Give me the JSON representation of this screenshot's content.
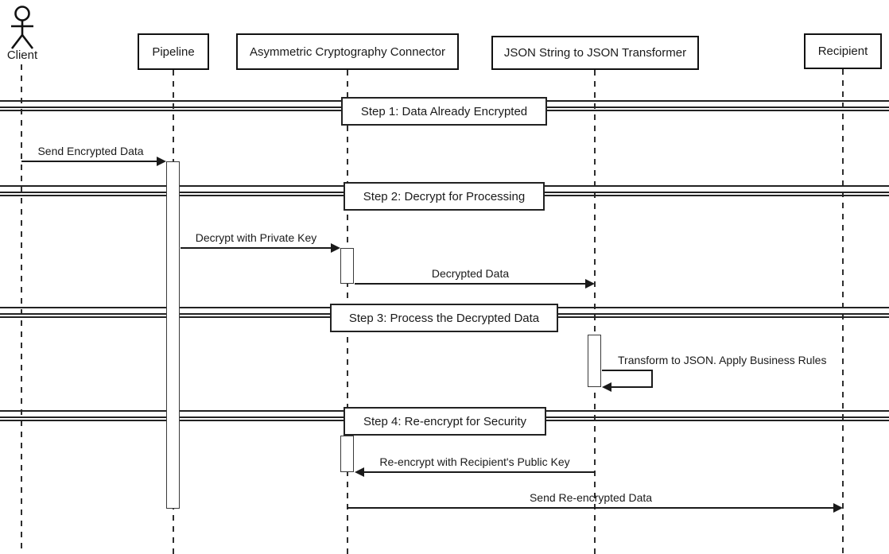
{
  "diagram": {
    "type": "uml-sequence-diagram",
    "colors": {
      "stroke": "#1a1a1a",
      "fill": "#ffffff"
    },
    "actor": {
      "label": "Client"
    },
    "participants": [
      {
        "label": "Pipeline"
      },
      {
        "label": "Asymmetric Cryptography Connector"
      },
      {
        "label": "JSON String to JSON Transformer"
      },
      {
        "label": "Recipient"
      }
    ],
    "dividers": [
      {
        "label": "Step 1: Data Already Encrypted"
      },
      {
        "label": "Step 2: Decrypt for Processing"
      },
      {
        "label": "Step 3: Process the Decrypted Data"
      },
      {
        "label": "Step 4: Re-encrypt for Security"
      }
    ],
    "messages": [
      {
        "label": "Send Encrypted Data",
        "from": "Client",
        "to": "Pipeline"
      },
      {
        "label": "Decrypt with Private Key",
        "from": "Pipeline",
        "to": "Asymmetric Cryptography Connector"
      },
      {
        "label": "Decrypted Data",
        "from": "Asymmetric Cryptography Connector",
        "to": "JSON String to JSON Transformer"
      },
      {
        "label": "Transform to JSON. Apply Business Rules",
        "from": "JSON String to JSON Transformer",
        "to": "JSON String to JSON Transformer",
        "self": true
      },
      {
        "label": "Re-encrypt with Recipient's Public Key",
        "from": "JSON String to JSON Transformer",
        "to": "Asymmetric Cryptography Connector"
      },
      {
        "label": "Send Re-encrypted Data",
        "from": "Asymmetric Cryptography Connector",
        "to": "Recipient"
      }
    ]
  }
}
